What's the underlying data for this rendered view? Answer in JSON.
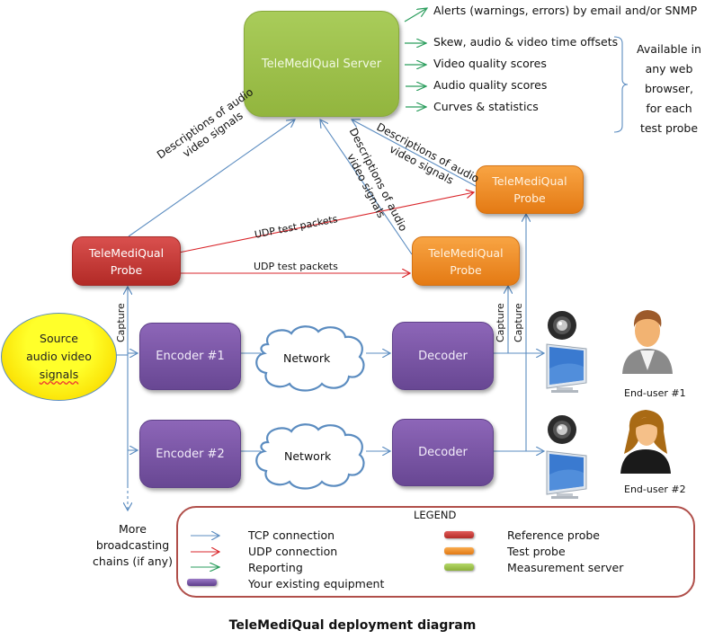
{
  "title": "TeleMediQual deployment diagram",
  "colors": {
    "tcp": "#5b8cc0",
    "udp": "#d9262b",
    "reporting": "#2a9d5c",
    "reference_probe": "#c23b38",
    "test_probe": "#f08c2a",
    "measurement_server": "#9bc24a",
    "existing_equipment": "#7b56a6"
  },
  "nodes": {
    "server": "TeleMediQual Server",
    "reference_probe": [
      "TeleMediQual",
      "Probe"
    ],
    "test_probe_1": [
      "TeleMediQual",
      "Probe"
    ],
    "test_probe_2": [
      "TeleMediQual",
      "Probe"
    ],
    "source": [
      "Source",
      "audio video",
      "signals"
    ],
    "encoder_1": "Encoder #1",
    "encoder_2": "Encoder #2",
    "network_1": "Network",
    "network_2": "Network",
    "decoder_1": "Decoder",
    "decoder_2": "Decoder",
    "end_user_1": "End-user #1",
    "end_user_2": "End-user #2"
  },
  "edge_labels": {
    "desc_ref": [
      "Descriptions of audio",
      "video signals"
    ],
    "desc_t2": [
      "Descriptions of audio",
      "video signals"
    ],
    "desc_t1": [
      "Descriptions of audio",
      "video signals"
    ],
    "udp_1": "UDP test packets",
    "udp_2": "UDP test packets",
    "capture_source": "Capture",
    "capture_dec_a": "Capture",
    "capture_dec_b": "Capture"
  },
  "server_outputs": [
    "Alerts (warnings, errors) by email and/or SNMP",
    "Skew, audio & video time offsets",
    "Video quality scores",
    "Audio quality scores",
    "Curves & statistics"
  ],
  "availability_note": [
    "Available in",
    "any web",
    "browser,",
    "for each",
    "test probe"
  ],
  "more_chains": [
    "More",
    "broadcasting",
    "chains (if any)"
  ],
  "legend": {
    "title": "LEGEND",
    "lines": [
      {
        "label": "TCP connection",
        "kind": "tcp"
      },
      {
        "label": "UDP connection",
        "kind": "udp"
      },
      {
        "label": "Reporting",
        "kind": "reporting"
      }
    ],
    "equipment": "Your existing equipment",
    "boxes": [
      {
        "label": "Reference probe",
        "kind": "reference_probe"
      },
      {
        "label": "Test probe",
        "kind": "test_probe"
      },
      {
        "label": "Measurement server",
        "kind": "measurement_server"
      }
    ]
  }
}
